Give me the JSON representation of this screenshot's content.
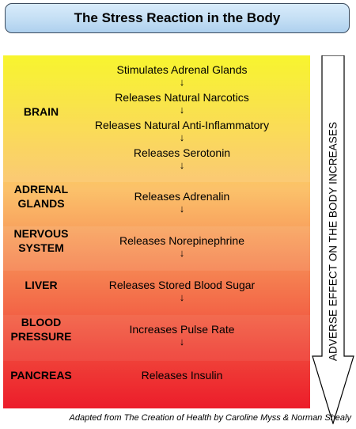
{
  "title": "The Stress Reaction in the Body",
  "arrow_label": "ADVERSE EFFECT ON THE BODY INCREASES",
  "arrow_glyph": "↓",
  "footer": "Adapted from The Creation of Health by Caroline Myss & Norman Shealy",
  "colors": {
    "gradient_top": "#f8f417",
    "gradient_mid": "#fbc16a",
    "gradient_bottom": "#ec1c2a",
    "title_bg": "#c3def4",
    "title_border": "#3a4a5c"
  },
  "sections": [
    {
      "label_lines": [
        "BRAIN"
      ],
      "steps": [
        "Stimulates Adrenal Glands",
        "Releases Natural Narcotics",
        "Releases Natural Anti-Inflammatory",
        "Releases Serotonin"
      ]
    },
    {
      "label_lines": [
        "ADRENAL",
        "GLANDS"
      ],
      "steps": [
        "Releases Adrenalin"
      ]
    },
    {
      "label_lines": [
        "NERVOUS",
        "SYSTEM"
      ],
      "steps": [
        "Releases Norepinephrine"
      ]
    },
    {
      "label_lines": [
        "LIVER"
      ],
      "steps": [
        "Releases Stored Blood Sugar"
      ]
    },
    {
      "label_lines": [
        "BLOOD",
        "PRESSURE"
      ],
      "steps": [
        "Increases Pulse Rate"
      ]
    },
    {
      "label_lines": [
        "PANCREAS"
      ],
      "steps": [
        "Releases Insulin"
      ],
      "no_trailing_arrow": true
    }
  ]
}
